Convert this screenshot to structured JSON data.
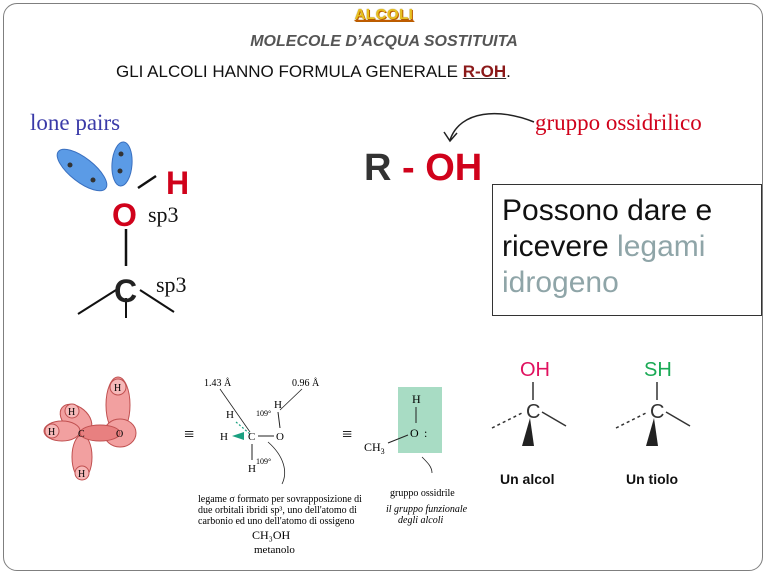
{
  "slide": {
    "title": "ALCOLI",
    "subtitle": "MOLECOLE D’ACQUA SOSTITUITA",
    "formula_intro": "GLI ALCOLI HANNO FORMULA GENERALE ",
    "formula_general": "R-OH",
    "formula_end": "."
  },
  "labels": {
    "lone_pairs": "lone pairs",
    "gruppo": "gruppo ossidrilico",
    "r": "R",
    "dash": " - ",
    "oh": "OH",
    "o": "O",
    "h": "H",
    "c": "C",
    "sp3_o": "sp3",
    "sp3_c": "sp3"
  },
  "callout": {
    "part1": "Possono dare e ricevere ",
    "part2": "legami idrogeno"
  },
  "diagram": {
    "angle_1": "1.43 Å",
    "angle_2": "0.96 Å",
    "deg_top": "109°",
    "deg_bottom": "109°",
    "h": "H",
    "c": "C",
    "o": "O",
    "equiv": "≡",
    "ch3": "CH",
    "ch3_sub": "3",
    "legame": "legame σ formato per sovrapposizione di",
    "legame2": "due orbitali ibridi sp³, uno dell'atomo di",
    "legame3": "carbonio ed uno dell'atomo di ossigeno",
    "ch3oh": "CH₃OH",
    "metanolo": "metanolo",
    "gruppo_ossidrile": "gruppo ossidrile",
    "funz1": "il gruppo funzionale",
    "funz2": "degli alcoli"
  },
  "compare": {
    "oh": "OH",
    "sh": "SH",
    "c": "C",
    "alcol": "Un alcol",
    "tiolo": "Un tiolo"
  },
  "colors": {
    "accent_red": "#d0021b",
    "lone_blue": "#3a3aa8",
    "orbital_blue": "#5b9be6",
    "teal_box": "#a8dcc4",
    "alcol_pink": "#e0115f",
    "tiolo_green": "#1aaa55"
  }
}
